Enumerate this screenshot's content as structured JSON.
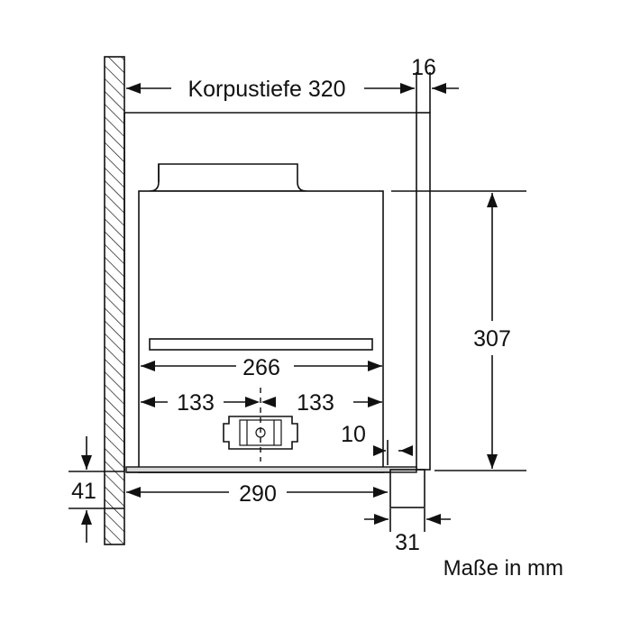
{
  "diagram": {
    "labels": {
      "depth_label": "Korpustiefe 320",
      "front_thickness": "16",
      "height": "307",
      "inner_width": "266",
      "half_left": "133",
      "half_right": "133",
      "offset": "10",
      "bottom_left": "41",
      "bottom_width": "290",
      "base_depth": "31"
    },
    "note": "Maße in mm"
  }
}
